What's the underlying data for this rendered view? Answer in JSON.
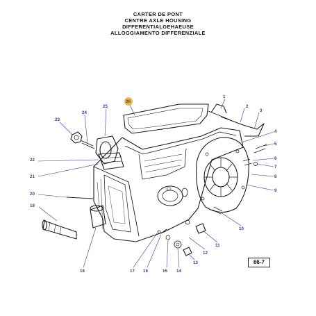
{
  "title": {
    "line_fr": "CARTER DE PONT",
    "line_en": "CENTRE AXLE HOUSING",
    "line_de": "DIFFERENTIALGEHAEUSE",
    "line_it": "ALLOGGIAMENTO DIFFERENZIALE"
  },
  "page_ref": "66-7",
  "highlight_color": "#f2b84b",
  "callout_color": "#2b3d9e",
  "callouts": [
    {
      "n": "1",
      "label": "1"
    },
    {
      "n": "2",
      "label": "2"
    },
    {
      "n": "3",
      "label": "3"
    },
    {
      "n": "4",
      "label": "4"
    },
    {
      "n": "5",
      "label": "5"
    },
    {
      "n": "6",
      "label": "6"
    },
    {
      "n": "7",
      "label": "7"
    },
    {
      "n": "8",
      "label": "8"
    },
    {
      "n": "9",
      "label": "9"
    },
    {
      "n": "10",
      "label": "10"
    },
    {
      "n": "11",
      "label": "11"
    },
    {
      "n": "12",
      "label": "12"
    },
    {
      "n": "13",
      "label": "13"
    },
    {
      "n": "14",
      "label": "14"
    },
    {
      "n": "15",
      "label": "15"
    },
    {
      "n": "16",
      "label": "16"
    },
    {
      "n": "17",
      "label": "17"
    },
    {
      "n": "18",
      "label": "18"
    },
    {
      "n": "19",
      "label": "19"
    },
    {
      "n": "20",
      "label": "20"
    },
    {
      "n": "21",
      "label": "21"
    },
    {
      "n": "22",
      "label": "22"
    },
    {
      "n": "23",
      "label": "23"
    },
    {
      "n": "24",
      "label": "24"
    },
    {
      "n": "25",
      "label": "25"
    },
    {
      "n": "26",
      "label": "26"
    }
  ]
}
